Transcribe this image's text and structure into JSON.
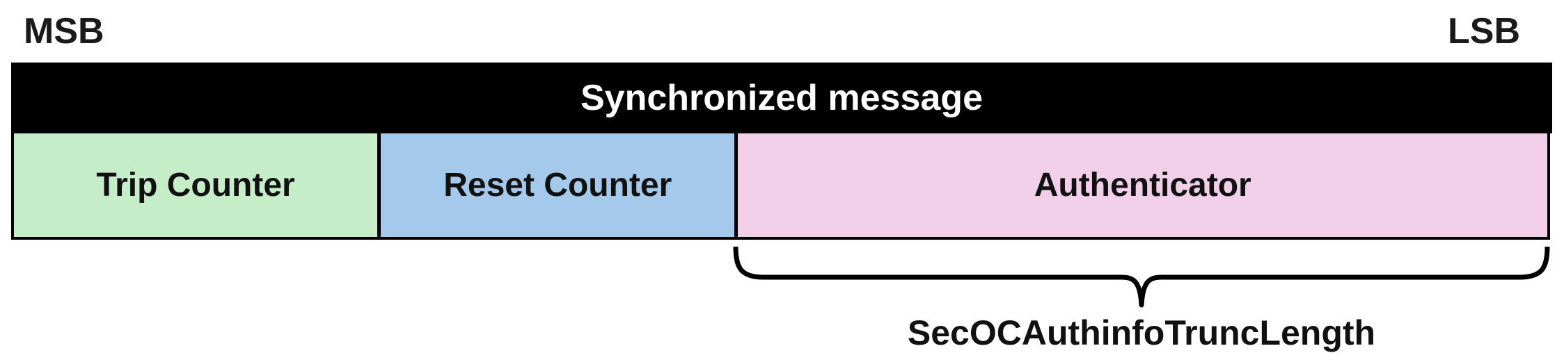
{
  "bit_order": {
    "msb_label": "MSB",
    "lsb_label": "LSB"
  },
  "header": {
    "title": "Synchronized message",
    "background_color": "#000000",
    "text_color": "#ffffff"
  },
  "segments": [
    {
      "label": "Trip Counter",
      "fill_color": "#c5edc8"
    },
    {
      "label": "Reset Counter",
      "fill_color": "#a5c9ea"
    },
    {
      "label": "Authenticator",
      "fill_color": "#f1cfe9"
    }
  ],
  "annotation": {
    "label": "SecOCAuthinfoTruncLength",
    "brace_color": "#000000"
  }
}
